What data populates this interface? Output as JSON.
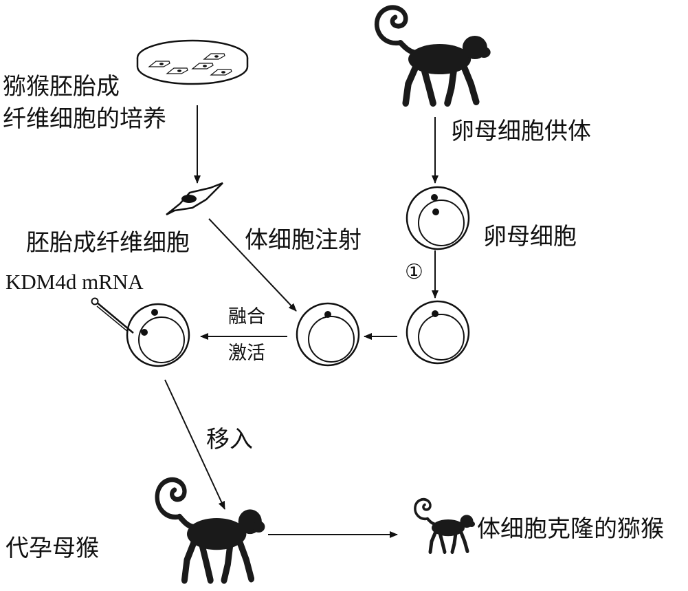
{
  "labels": {
    "culture_line1": "猕猴胚胎成",
    "culture_line2": "纤维细胞的培养",
    "fibroblast": "胚胎成纤维细胞",
    "mrna": "KDM4d mRNA",
    "oocyte_donor": "卵母细胞供体",
    "oocyte": "卵母细胞",
    "step1": "①",
    "somatic_injection": "体细胞注射",
    "fusion": "融合",
    "activation": "激活",
    "transfer": "移入",
    "surrogate": "代孕母猴",
    "cloned": "体细胞克隆的猕猴"
  }
}
